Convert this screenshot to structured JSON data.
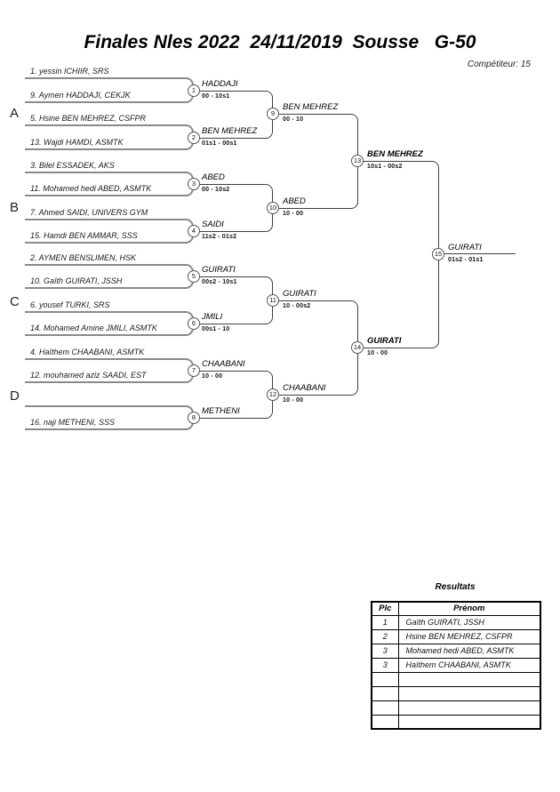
{
  "header": {
    "title": "Finales Nles 2022  24/11/2019  Sousse   G-50",
    "competitor_label": "Compétiteur: 15"
  },
  "groups": [
    "A",
    "B",
    "C",
    "D"
  ],
  "bracket": {
    "entrants": [
      "1. yessin ICHIIR, SRS",
      "9. Aymen HADDAJI, CEKJK",
      "5. Hsine BEN MEHREZ, CSFPR",
      "13. Wajdi HAMDI, ASMTK",
      "3. Bilel ESSADEK, AKS",
      "11. Mohamed hedi ABED, ASMTK",
      "7. Ahmed SAIDI, UNIVERS GYM",
      "15. Hamdi BEN AMMAR, SSS",
      "2. AYMEN BENSLIMEN, HSK",
      "10. Gaïth GUIRATI, JSSH",
      "6. yousef TURKI, SRS",
      "14. Mohamed Amine JMILI, ASMTK",
      "4. Haïthem CHAABANI, ASMTK",
      "12. mouhamed aziz SAADI, EST",
      "",
      "16. naji METHENI, SSS"
    ],
    "round1": [
      {
        "n": "1",
        "winner": "HADDAJI",
        "score": "00 - 10s1"
      },
      {
        "n": "2",
        "winner": "BEN MEHREZ",
        "score": "01s1 - 00s1"
      },
      {
        "n": "3",
        "winner": "ABED",
        "score": "00 - 10s2"
      },
      {
        "n": "4",
        "winner": "SAIDI",
        "score": "11s2 - 01s2"
      },
      {
        "n": "5",
        "winner": "GUIRATI",
        "score": "00s2 - 10s1"
      },
      {
        "n": "6",
        "winner": "JMILI",
        "score": "00s1 - 10"
      },
      {
        "n": "7",
        "winner": "CHAABANI",
        "score": "10 - 00"
      },
      {
        "n": "8",
        "winner": "METHENI",
        "score": ""
      }
    ],
    "round2": [
      {
        "n": "9",
        "winner": "BEN MEHREZ",
        "score": "00 - 10"
      },
      {
        "n": "10",
        "winner": "ABED",
        "score": "10 - 00"
      },
      {
        "n": "11",
        "winner": "GUIRATI",
        "score": "10 - 00s2"
      },
      {
        "n": "12",
        "winner": "CHAABANI",
        "score": "10 - 00"
      }
    ],
    "round3": [
      {
        "n": "13",
        "winner": "BEN MEHREZ",
        "score": "10s1 - 00s2"
      },
      {
        "n": "14",
        "winner": "GUIRATI",
        "score": "10 - 00"
      }
    ],
    "final": {
      "n": "15",
      "winner": "GUIRATI",
      "score": "01s2 - 01s1"
    }
  },
  "results": {
    "title": "Resultats",
    "columns": [
      "Plc",
      "Prénom"
    ],
    "rows": [
      [
        "1",
        "Gaïth GUIRATI, JSSH"
      ],
      [
        "2",
        "Hsine BEN MEHREZ, CSFPR"
      ],
      [
        "3",
        "Mohamed hedi ABED, ASMTK"
      ],
      [
        "3",
        "Haïthem CHAABANI, ASMTK"
      ],
      [
        "",
        ""
      ],
      [
        "",
        ""
      ],
      [
        "",
        ""
      ],
      [
        "",
        ""
      ]
    ]
  }
}
